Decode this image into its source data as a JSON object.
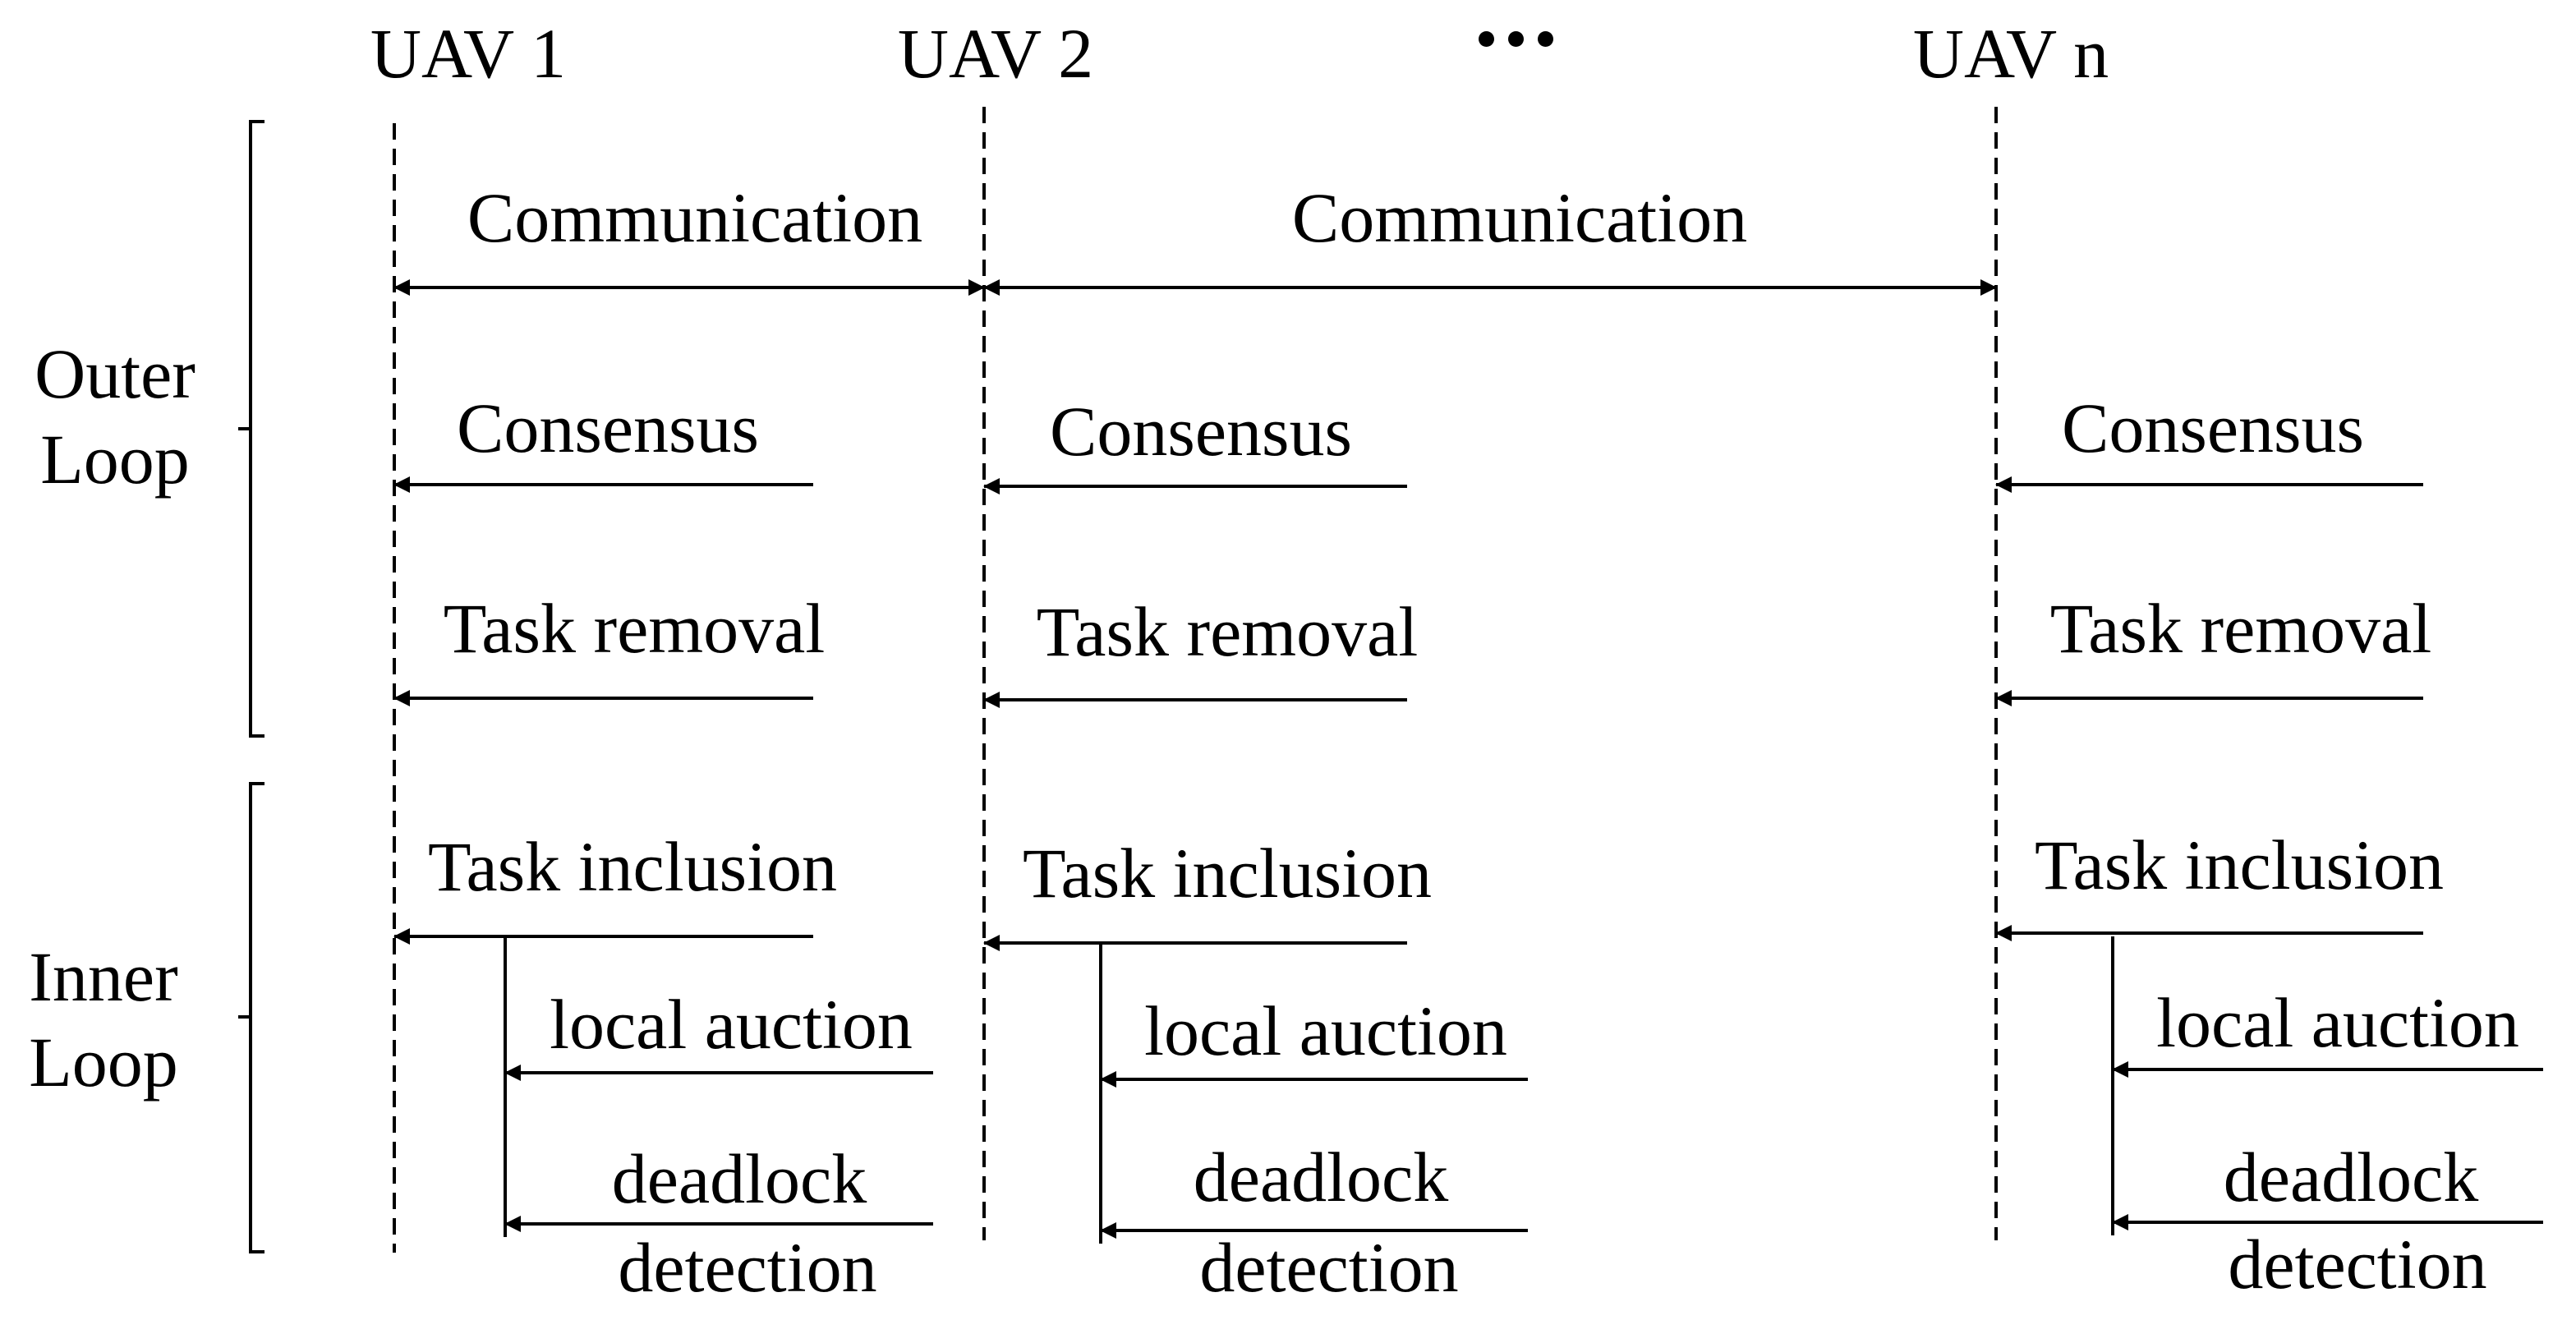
{
  "lifelines": [
    {
      "name": "uav-1",
      "label": "UAV 1"
    },
    {
      "name": "uav-2",
      "label": "UAV 2"
    },
    {
      "name": "uav-n",
      "label": "UAV n"
    }
  ],
  "ellipsis": "…",
  "groups": {
    "outer": {
      "line1": "Outer",
      "line2": "Loop"
    },
    "inner": {
      "line1": "Inner",
      "line2": "Loop"
    }
  },
  "messages": {
    "communication_1_2": "Communication",
    "communication_2_n": "Communication",
    "consensus": "Consensus",
    "task_removal": "Task removal",
    "task_inclusion": "Task inclusion",
    "local_auction": "local auction",
    "deadlock_detection": {
      "line1": "deadlock",
      "line2": "detection"
    }
  }
}
